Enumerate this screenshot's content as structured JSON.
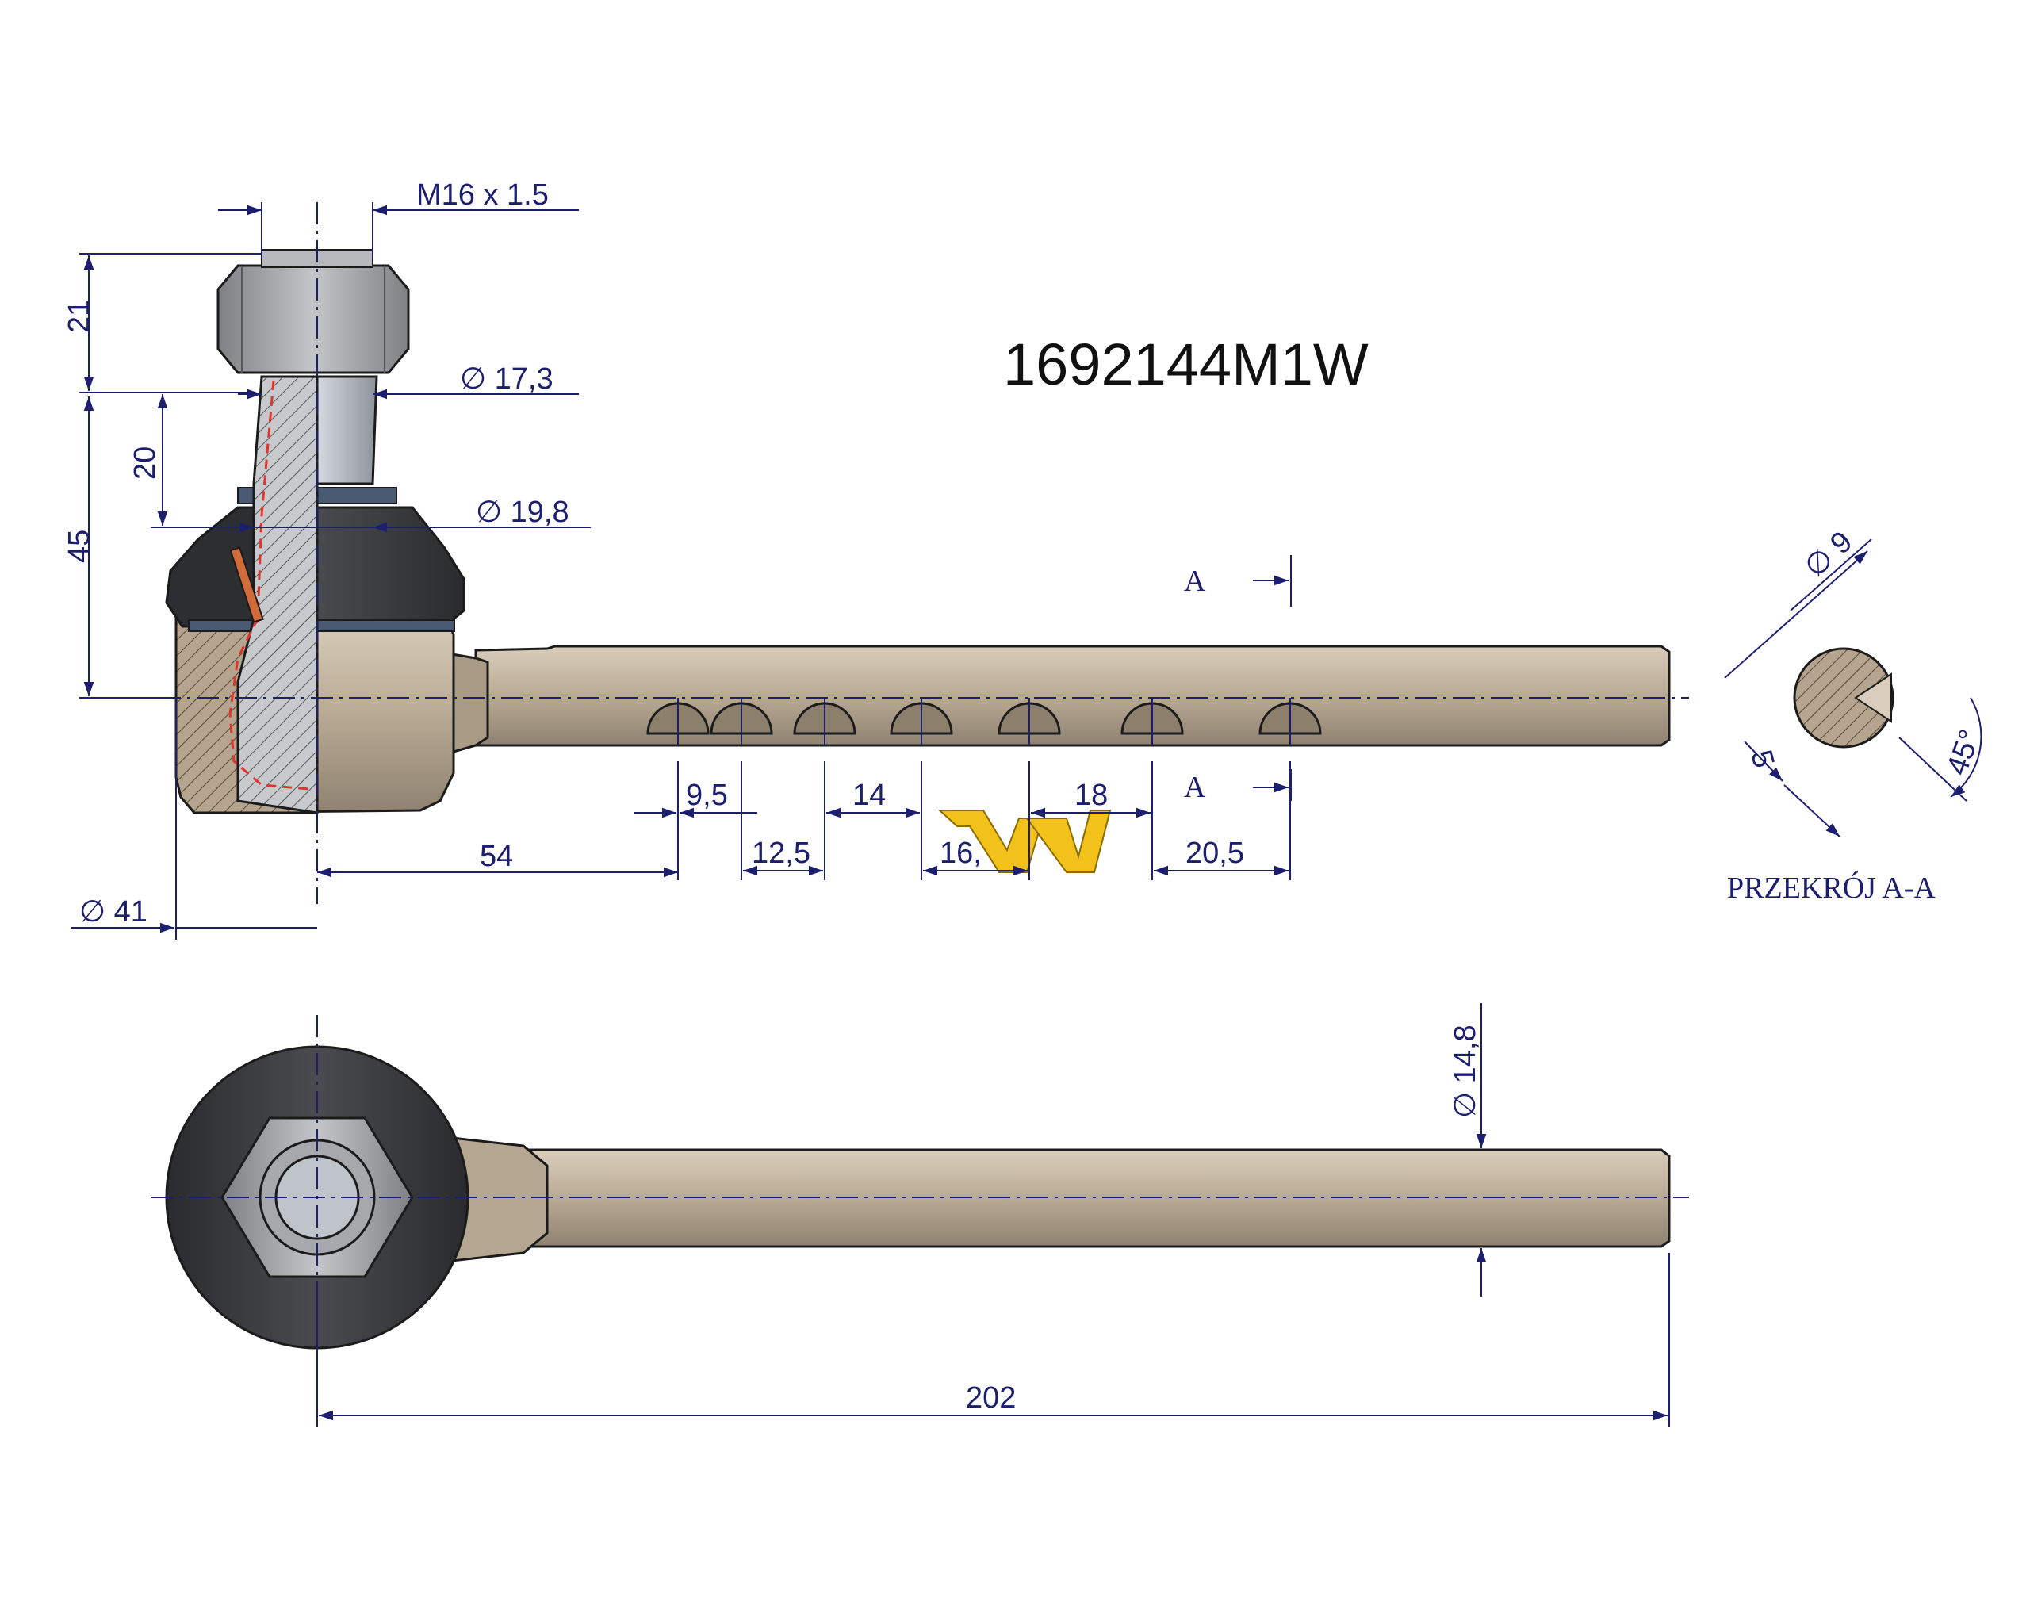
{
  "part_number": "1692144M1W",
  "dimensions": {
    "thread": "M16 x 1.5",
    "h21": "21",
    "h45": "45",
    "h20": "20",
    "d17_3": "∅ 17,3",
    "d19_8": "∅ 19,8",
    "d41": "∅ 41",
    "l54": "54",
    "l9_5": "9,5",
    "l12_5": "12,5",
    "l14": "14",
    "l16": "16,",
    "l18": "18",
    "l20_5": "20,5",
    "d14_8": "∅ 14,8",
    "l202": "202"
  },
  "section": {
    "marker": "A",
    "title": "PRZEKRÓJ A-A",
    "d9": "∅ 9",
    "s5": "5",
    "angle": "45°"
  },
  "colors": {
    "dimension_line": "#1c1f6e",
    "rubber": "#3a3b3e",
    "metal_shaft": "#b8aa96",
    "nut": "#9a9c9f",
    "logo": "#f2c21a",
    "hidden_line": "#e0342c"
  }
}
